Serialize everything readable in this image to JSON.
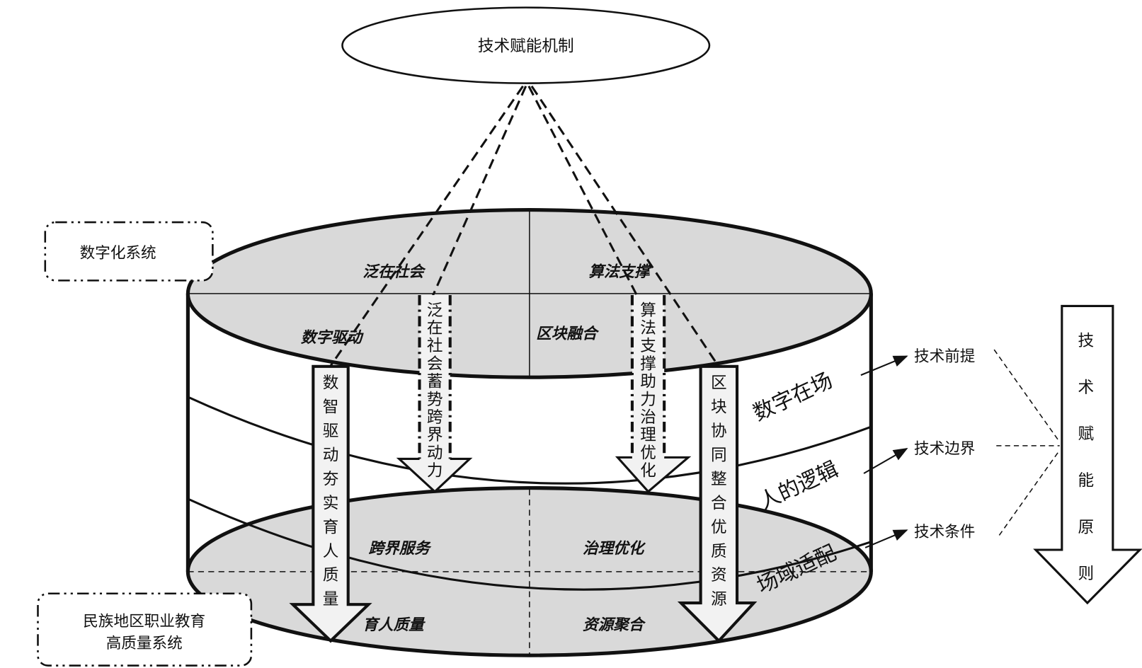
{
  "top_mechanism": "技术赋能机制",
  "boxes": {
    "digital_system": "数字化系统",
    "vocational_line1": "民族地区职业教育",
    "vocational_line2": "高质量系统"
  },
  "top_disk": {
    "q1": "泛在社会",
    "q2": "算法支撑",
    "q3": "数字驱动",
    "q4": "区块融合"
  },
  "bottom_disk": {
    "q1": "跨界服务",
    "q2": "治理优化",
    "q3": "育人质量",
    "q4": "资源聚合"
  },
  "arrows": [
    {
      "text": "数智驱动夯实育人质量"
    },
    {
      "text": "泛在社会蓄势跨界动力"
    },
    {
      "text": "算法支撑助力治理优化"
    },
    {
      "text": "区块协同整合优质资源"
    }
  ],
  "bands": [
    "数字在场",
    "人的逻辑",
    "场域适配"
  ],
  "outcomes": [
    "技术前提",
    "技术边界",
    "技术条件"
  ],
  "principle": "技术赋能原则"
}
